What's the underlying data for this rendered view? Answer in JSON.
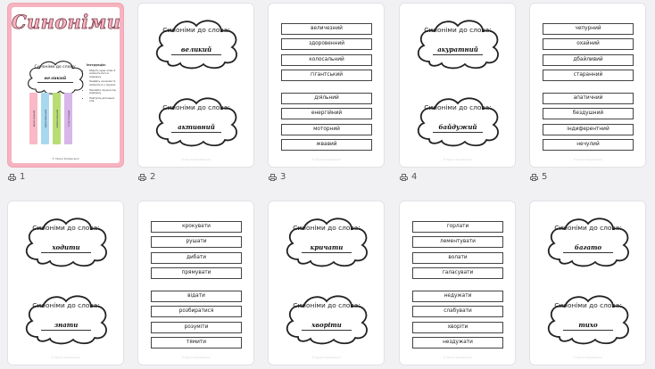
{
  "cover": {
    "title": "Синоніми",
    "cloud_text": "Синоніми до слова:",
    "cloud_word": "великий",
    "bars": [
      {
        "label": "величезний",
        "color": "#f9b9c7"
      },
      {
        "label": "здоровенний",
        "color": "#a8d8f0"
      },
      {
        "label": "колосальний",
        "color": "#b7dd74"
      },
      {
        "label": "гігантський",
        "color": "#d7b6ea"
      }
    ],
    "instr_title": "Інструкція:",
    "instructions": [
      "Оберіть одне слово й запишіть його в хмаринку",
      "Знайдіть синоніми та запишіть їх у смужки",
      "Наклейте смужки під хмаринку",
      "Повторіть для інших слів"
    ],
    "footer": "© Уроки Української"
  },
  "thumbnails": [
    {
      "page": "1",
      "type": "cover"
    },
    {
      "page": "2",
      "type": "clouds",
      "words": [
        "великий",
        "активний"
      ]
    },
    {
      "page": "3",
      "type": "boxes",
      "groups": [
        [
          "величезний",
          "здоровенний",
          "колосальний",
          "гігантський"
        ],
        [
          "діяльний",
          "енергійний",
          "моторний",
          "жвавий"
        ]
      ]
    },
    {
      "page": "4",
      "type": "clouds",
      "words": [
        "акуратний",
        "байдужий"
      ]
    },
    {
      "page": "5",
      "type": "boxes",
      "groups": [
        [
          "чепурний",
          "охайний",
          "дбайливий",
          "старанний"
        ],
        [
          "апатичний",
          "бездушний",
          "індиферентний",
          "нечулий"
        ]
      ]
    },
    {
      "page": "",
      "type": "clouds",
      "words": [
        "ходити",
        "знати"
      ]
    },
    {
      "page": "",
      "type": "boxes",
      "groups": [
        [
          "крокувати",
          "рушати",
          "дибати",
          "прямувати"
        ],
        [
          "відати",
          "розбиратися",
          "розуміти",
          "тямити"
        ]
      ]
    },
    {
      "page": "",
      "type": "clouds",
      "words": [
        "кричати",
        "хворіти"
      ]
    },
    {
      "page": "",
      "type": "boxes",
      "groups": [
        [
          "горлати",
          "лементувати",
          "волати",
          "галасувати"
        ],
        [
          "недужати",
          "слабувати",
          "хворіти",
          "нездужати"
        ]
      ]
    },
    {
      "page": "",
      "type": "clouds",
      "words": [
        "багато",
        "тихо"
      ]
    }
  ],
  "cloud_label": "Синоніми до слова:",
  "page_footer": "© Уроки Української",
  "print_icon": "printer-icon"
}
